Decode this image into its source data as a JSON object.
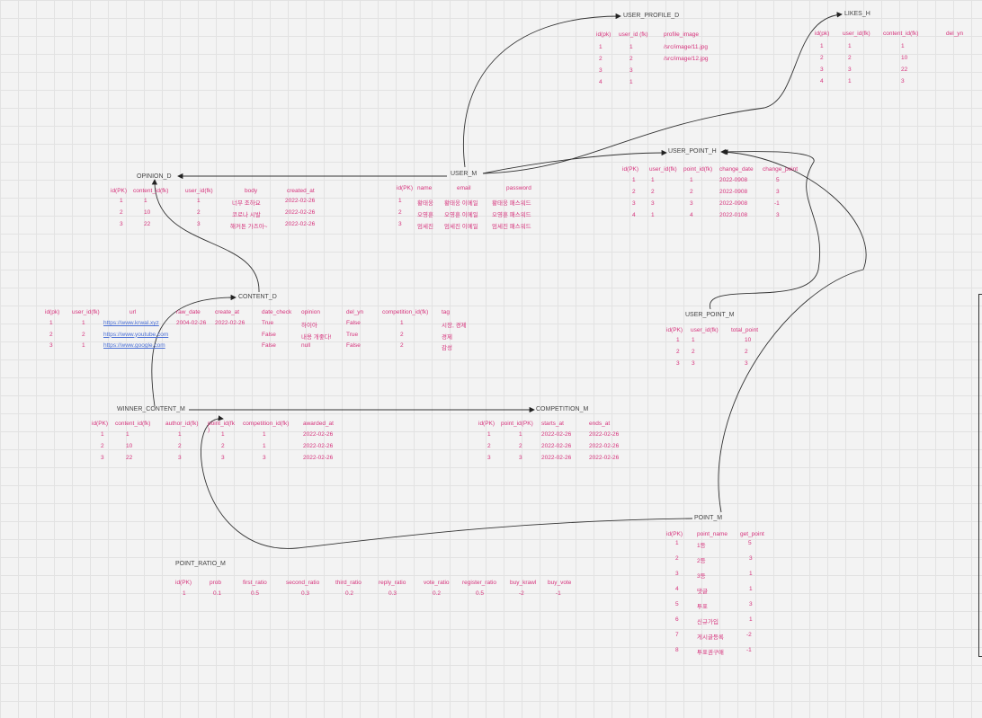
{
  "tables": [
    {
      "id": "user_profile_d",
      "title": "USER_PROFILE_D",
      "headers": [
        "id(pk)",
        "user_id (fk)",
        "profile_image"
      ],
      "rows": [
        [
          "1",
          "1",
          "/src/image/11.jpg"
        ],
        [
          "2",
          "2",
          "/src/image/12.jpg"
        ],
        [
          "3",
          "3",
          ""
        ],
        [
          "4",
          "1",
          ""
        ]
      ]
    },
    {
      "id": "likes_h",
      "title": "LIKES_H",
      "headers": [
        "id(pk)",
        "user_id(fk)",
        "content_id(fk)",
        "del_yn"
      ],
      "rows": [
        [
          "1",
          "1",
          "1"
        ],
        [
          "2",
          "2",
          "10"
        ],
        [
          "3",
          "3",
          "22"
        ],
        [
          "4",
          "1",
          "3"
        ]
      ]
    },
    {
      "id": "opinion_d",
      "title": "OPINION_D",
      "headers": [
        "id(PK)",
        "content_id(fk)",
        "user_id(fk)",
        "body",
        "created_at"
      ],
      "rows": [
        [
          "1",
          "1",
          "1",
          "너무 조하요",
          "2022-02-26"
        ],
        [
          "2",
          "10",
          "2",
          "코로나 시발",
          "2022-02-26"
        ],
        [
          "3",
          "22",
          "3",
          "해커톤 가즈아~",
          "2022-02-26"
        ]
      ]
    },
    {
      "id": "user_m",
      "title": "USER_M",
      "headers": [
        "id(PK)",
        "name",
        "email",
        "password"
      ],
      "rows": [
        [
          "1",
          "황태웅",
          "황태웅 이메일",
          "황태웅 패스워드"
        ],
        [
          "2",
          "오영훈",
          "오영훈 이메일",
          "오영훈 패스워드"
        ],
        [
          "3",
          "엄세진",
          "엄세진 이메일",
          "엄세진 패스워드"
        ]
      ]
    },
    {
      "id": "user_point_h",
      "title": "USER_POINT_H",
      "headers": [
        "id(PK)",
        "user_id(fk)",
        "point_id(fk)",
        "change_date",
        "change_point"
      ],
      "rows": [
        [
          "1",
          "1",
          "1",
          "2022-0908",
          "5"
        ],
        [
          "2",
          "2",
          "2",
          "2022-0908",
          "3"
        ],
        [
          "3",
          "3",
          "3",
          "2022-0908",
          "-1"
        ],
        [
          "4",
          "1",
          "4",
          "2022-0108",
          "3"
        ]
      ]
    },
    {
      "id": "content_d",
      "title": "CONTENT_D",
      "headers": [
        "id(pk)",
        "user_id(fk)",
        "url",
        "raw_date",
        "create_at",
        "date_check",
        "opinion",
        "del_yn",
        "competition_id(fk)",
        "tag"
      ],
      "rows": [
        [
          "1",
          "1",
          "https://www.krwal.xyz",
          "2004-02-26",
          "2022-02-26",
          "True",
          "하이아",
          "False",
          "1",
          "시장, 경제"
        ],
        [
          "2",
          "2",
          "https://www.youtube.com",
          "",
          "",
          "False",
          "내용 개좋다!",
          "True",
          "2",
          "경제"
        ],
        [
          "3",
          "1",
          "https://www.google.com",
          "",
          "",
          "False",
          "null",
          "False",
          "2",
          "감성"
        ]
      ]
    },
    {
      "id": "user_point_m",
      "title": "USER_POINT_M",
      "headers": [
        "id(PK)",
        "user_id(fk)",
        "total_point"
      ],
      "rows": [
        [
          "1",
          "1",
          "10"
        ],
        [
          "2",
          "2",
          "2"
        ],
        [
          "3",
          "3",
          "3"
        ]
      ]
    },
    {
      "id": "winner_content_m",
      "title": "WINNER_CONTENT_M",
      "headers": [
        "id(PK)",
        "content_id(fk)",
        "author_id(fk)",
        "point_id(fk\n)",
        "competition_id(fk)",
        "awarded_at"
      ],
      "rows": [
        [
          "1",
          "1",
          "1",
          "1",
          "1",
          "2022-02-26"
        ],
        [
          "2",
          "10",
          "2",
          "2",
          "1",
          "2022-02-26"
        ],
        [
          "3",
          "22",
          "3",
          "3",
          "3",
          "2022-02-26"
        ]
      ]
    },
    {
      "id": "competition_m",
      "title": "COMPETITION_M",
      "headers": [
        "id(PK)",
        "point_id(PK)",
        "starts_at",
        "ends_at"
      ],
      "rows": [
        [
          "1",
          "1",
          "2022-02-26",
          "2022-02-26"
        ],
        [
          "2",
          "2",
          "2022-02-26",
          "2022-02-26"
        ],
        [
          "3",
          "3",
          "2022-02-26",
          "2022-02-26"
        ]
      ]
    },
    {
      "id": "point_m",
      "title": "POINT_M",
      "headers": [
        "id(PK)",
        "point_name",
        "get_point"
      ],
      "rows": [
        [
          "1",
          "1등",
          "5"
        ],
        [
          "2",
          "2등",
          "3"
        ],
        [
          "3",
          "3등",
          "1"
        ],
        [
          "4",
          "댓글",
          "1"
        ],
        [
          "5",
          "투표",
          "3"
        ],
        [
          "6",
          "신규가입",
          "1"
        ],
        [
          "7",
          "게시글등록",
          "-2"
        ],
        [
          "8",
          "투표권구매",
          "-1"
        ]
      ]
    },
    {
      "id": "point_ratio_m",
      "title": "POINT_RATIO_M",
      "headers": [
        "id(PK)",
        "prob",
        "first_ratio",
        "second_ratio",
        "third_ratio",
        "reply_ratio",
        "vote_ratio",
        "register_ratio",
        "buy_krawl",
        "buy_vote"
      ],
      "rows": [
        [
          "1",
          "0.1",
          "0.5",
          "0.3",
          "0.2",
          "0.3",
          "0.2",
          "0.5",
          "-2",
          "-1"
        ]
      ]
    }
  ]
}
